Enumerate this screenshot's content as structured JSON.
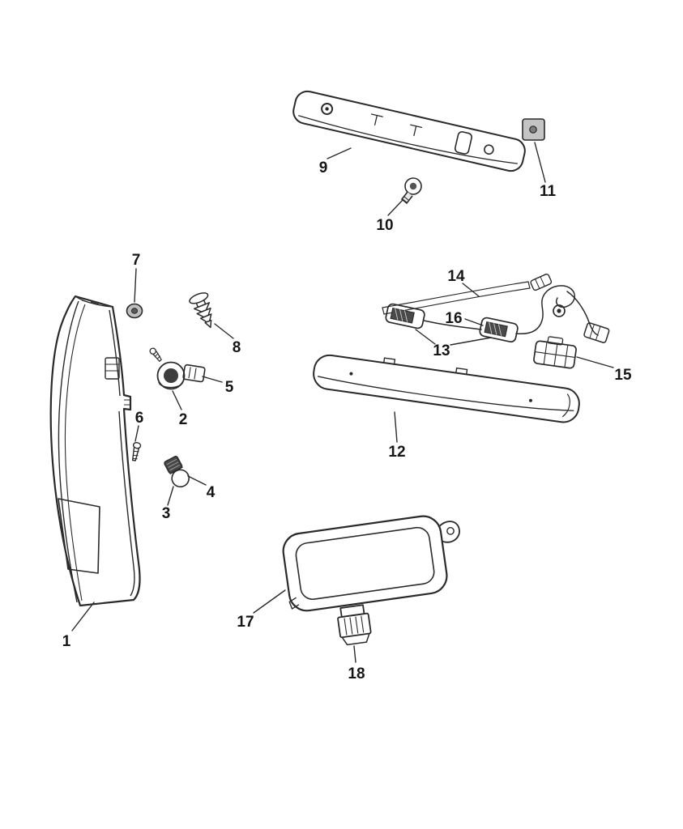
{
  "page": {
    "background_color": "#ffffff"
  },
  "diagram": {
    "type": "exploded-parts-diagram",
    "line_color": "#2a2a2a",
    "label_color": "#161616",
    "callouts": [
      {
        "label": "1"
      },
      {
        "label": "2"
      },
      {
        "label": "3"
      },
      {
        "label": "4"
      },
      {
        "label": "5"
      },
      {
        "label": "6"
      },
      {
        "label": "7"
      },
      {
        "label": "8"
      },
      {
        "label": "9"
      },
      {
        "label": "10"
      },
      {
        "label": "11"
      },
      {
        "label": "12"
      },
      {
        "label": "13"
      },
      {
        "label": "14"
      },
      {
        "label": "15"
      },
      {
        "label": "16"
      },
      {
        "label": "17"
      },
      {
        "label": "18"
      }
    ]
  }
}
